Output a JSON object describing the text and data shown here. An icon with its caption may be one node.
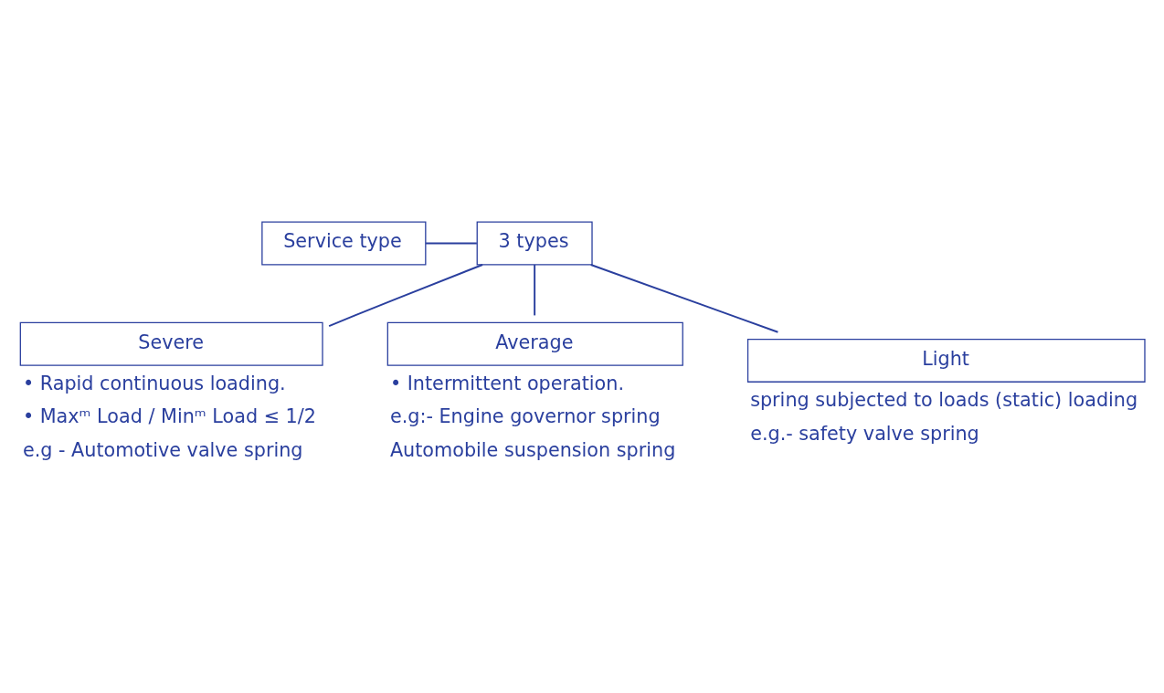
{
  "diagram": {
    "nodes": [
      {
        "text": [
          "Service type"
        ]
      },
      {
        "text": [
          "3 types"
        ]
      },
      {
        "text": [
          "Severe"
        ],
        "beside": [
          "• Rapid continuous loading.",
          "• Maxᵐ Load / Minᵐ Load ≤ 1/2",
          "e.g - Automotive valve spring"
        ]
      },
      {
        "text": [
          "Average"
        ],
        "beside": [
          "• Intermittent operation.",
          "e.g:- Engine governor spring",
          "Automobile suspension spring"
        ]
      },
      {
        "text": [
          "Light"
        ],
        "beside": [
          "spring subjected to loads (static) loading",
          "e.g.- safety valve spring"
        ]
      }
    ],
    "edges": [
      {
        "from": 0,
        "to": 1,
        "arrow": "none"
      },
      {
        "from": 1,
        "to": 2,
        "arrow": "none"
      },
      {
        "from": 1,
        "to": 3,
        "arrow": "none"
      },
      {
        "from": 1,
        "to": 4,
        "arrow": "none"
      }
    ]
  }
}
